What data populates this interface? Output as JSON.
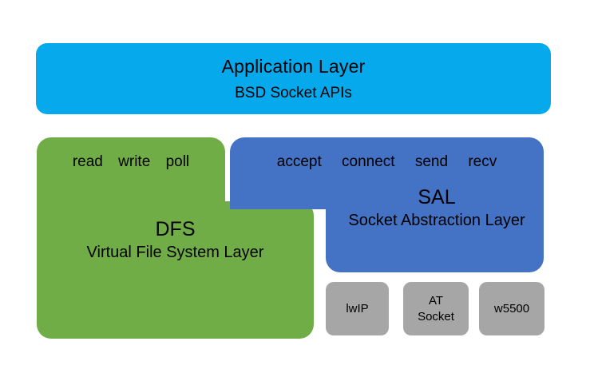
{
  "diagram": {
    "title": "RT-Thread network stack layering diagram",
    "background": "#ffffff",
    "colors": {
      "application": "#06AAEC",
      "dfs": "#70AD47",
      "sal": "#4472C4",
      "backend": "#A6A6A6",
      "text": "#000000"
    }
  },
  "application_layer": {
    "title": "Application Layer",
    "subtitle": "BSD Socket APIs"
  },
  "dfs": {
    "abbr": "DFS",
    "full_name": "Virtual File System Layer",
    "operations": [
      "read",
      "write",
      "poll"
    ]
  },
  "sal": {
    "abbr": "SAL",
    "full_name": "Socket Abstraction Layer",
    "operations": [
      "accept",
      "connect",
      "send",
      "recv"
    ]
  },
  "backends": [
    {
      "label": "lwIP",
      "lines": [
        "lwIP"
      ]
    },
    {
      "label": "AT Socket",
      "lines": [
        "AT",
        "Socket"
      ]
    },
    {
      "label": "w5500",
      "lines": [
        "w5500"
      ]
    }
  ]
}
